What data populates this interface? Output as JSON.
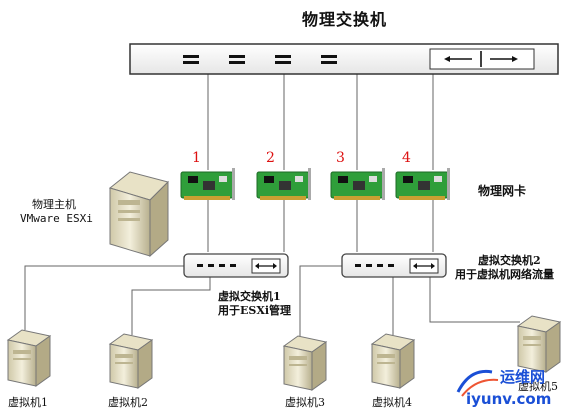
{
  "title": "物理交换机",
  "nic_label": "物理网卡",
  "nics": [
    "1",
    "2",
    "3",
    "4"
  ],
  "host": {
    "line1": "物理主机",
    "line2": "VMware ESXi"
  },
  "vswitch1": {
    "line1": "虚拟交换机1",
    "line2": "用于ESXi管理"
  },
  "vswitch2": {
    "line1": "虚拟交换机2",
    "line2": "用于虚拟机网络流量"
  },
  "vms": [
    "虚拟机1",
    "虚拟机2",
    "虚拟机3",
    "虚拟机4",
    "虚拟机5"
  ],
  "watermark": {
    "brand": "运维网",
    "url": "iyunv.com"
  },
  "colors": {
    "nic_number": "#dd1111",
    "nic_board": "#2f9e3a",
    "watermark_blue": "#1a4fd6"
  }
}
